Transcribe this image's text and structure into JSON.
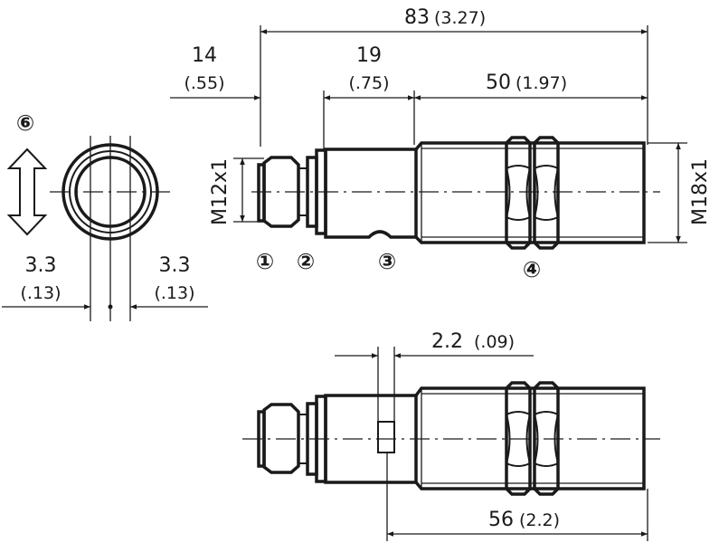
{
  "dimensions": {
    "overall_length": {
      "mm": "83",
      "in": "(3.27)"
    },
    "connector_length": {
      "mm": "14",
      "in": "(.55)"
    },
    "body_length": {
      "mm": "19",
      "in": "(.75)"
    },
    "thread_length": {
      "mm": "50",
      "in": "(1.97)"
    },
    "connector_thread": "M12x1",
    "housing_thread": "M18x1",
    "offset_left": {
      "mm": "3.3",
      "in": "(.13)"
    },
    "offset_right": {
      "mm": "3.3",
      "in": "(.13)"
    },
    "led_width": {
      "mm": "2.2",
      "in": "(.09)"
    },
    "led_position": {
      "mm": "56",
      "in": "(2.2)"
    }
  },
  "callouts": [
    "①",
    "②",
    "③",
    "④",
    "⑥"
  ]
}
